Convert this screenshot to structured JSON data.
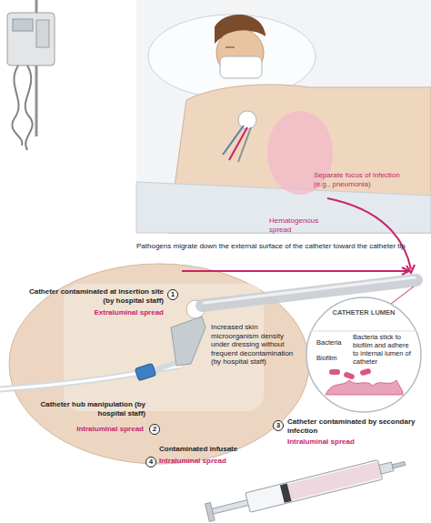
{
  "diagram": {
    "nodes": [
      {
        "text": [
          "CATHETER LUMEN",
          "Bacteria",
          "Biofilm",
          "Bacteria stick to biofilm and adhere to internal lumen of catheter"
        ]
      }
    ],
    "labels": [
      "Separate focus of infection (e.g., pneumonia)",
      "Hematogenous spread",
      "Pathogens migrate down the external surface of the catheter toward the catheter tip",
      "1",
      "Catheter contaminated at insertion site (by hospital staff)",
      "Extraluminal spread",
      "Increased skin microorganism density under dressing without frequent decontamination (by hospital staff)",
      "Catheter hub manipulation (by hospital staff)",
      "2",
      "Intraluminal spread",
      "3",
      "Catheter contaminated by secondary infection",
      "Intraluminal spread",
      "Contaminated infusate",
      "4",
      "Intraluminal spread"
    ]
  }
}
